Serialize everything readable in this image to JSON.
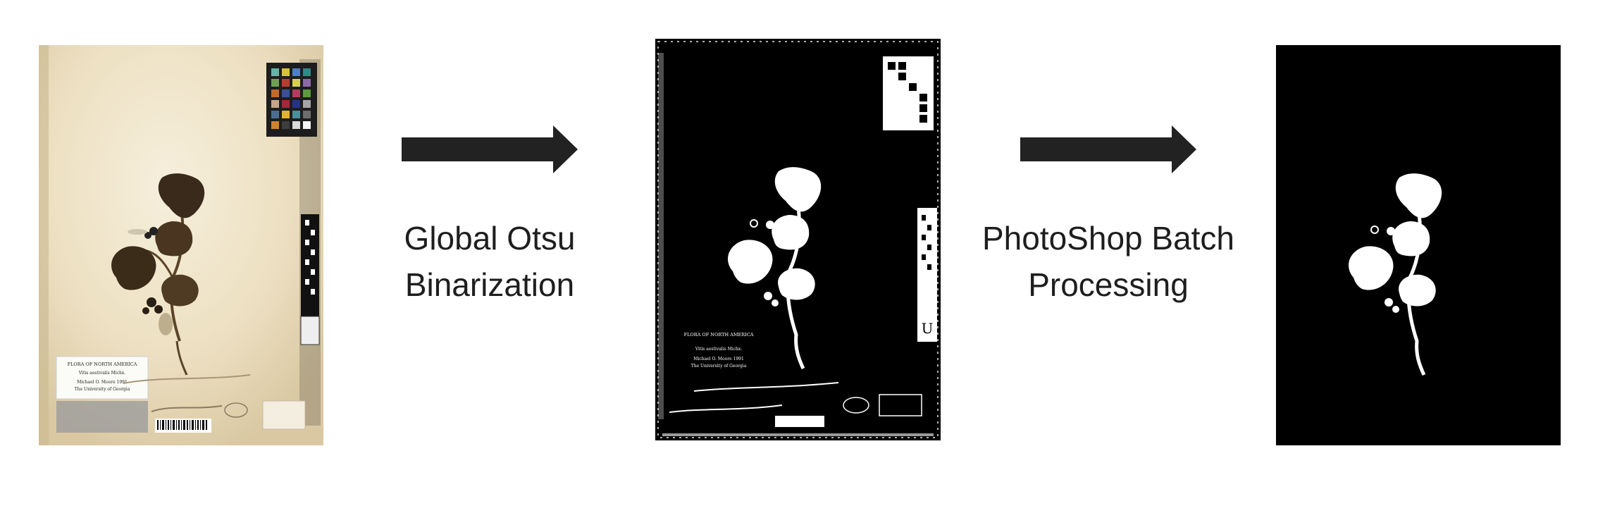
{
  "diagram": {
    "steps": [
      {
        "line1": "Global Otsu",
        "line2": "Binarization"
      },
      {
        "line1": "PhotoShop Batch",
        "line2": "Processing"
      }
    ],
    "specimen_label": {
      "title": "FLORA OF NORTH AMERICA",
      "species": "Vitis aestivalis Michx.",
      "collector": "Michael O. Moore 1991",
      "institution": "The University of Georgia"
    },
    "colors": {
      "arrow": "#222222",
      "paper": "#efe6cf",
      "leaf": "#3a2a1c",
      "foreground_mask": "#ffffff",
      "background_mask": "#000000"
    }
  }
}
